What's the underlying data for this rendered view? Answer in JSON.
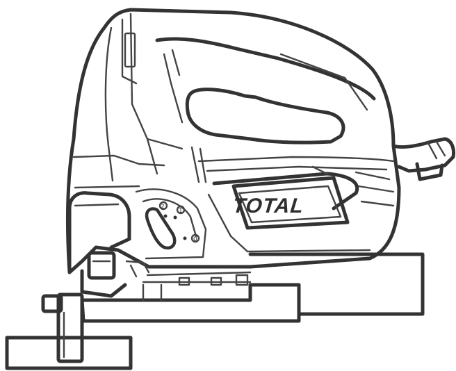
{
  "figure": {
    "subject": "jigsaw",
    "style": "line-art",
    "brand_text": "TOTAL",
    "dial_marks": [
      "2",
      "1",
      "0"
    ]
  },
  "colors": {
    "line": "#333333",
    "background": "#ffffff"
  }
}
